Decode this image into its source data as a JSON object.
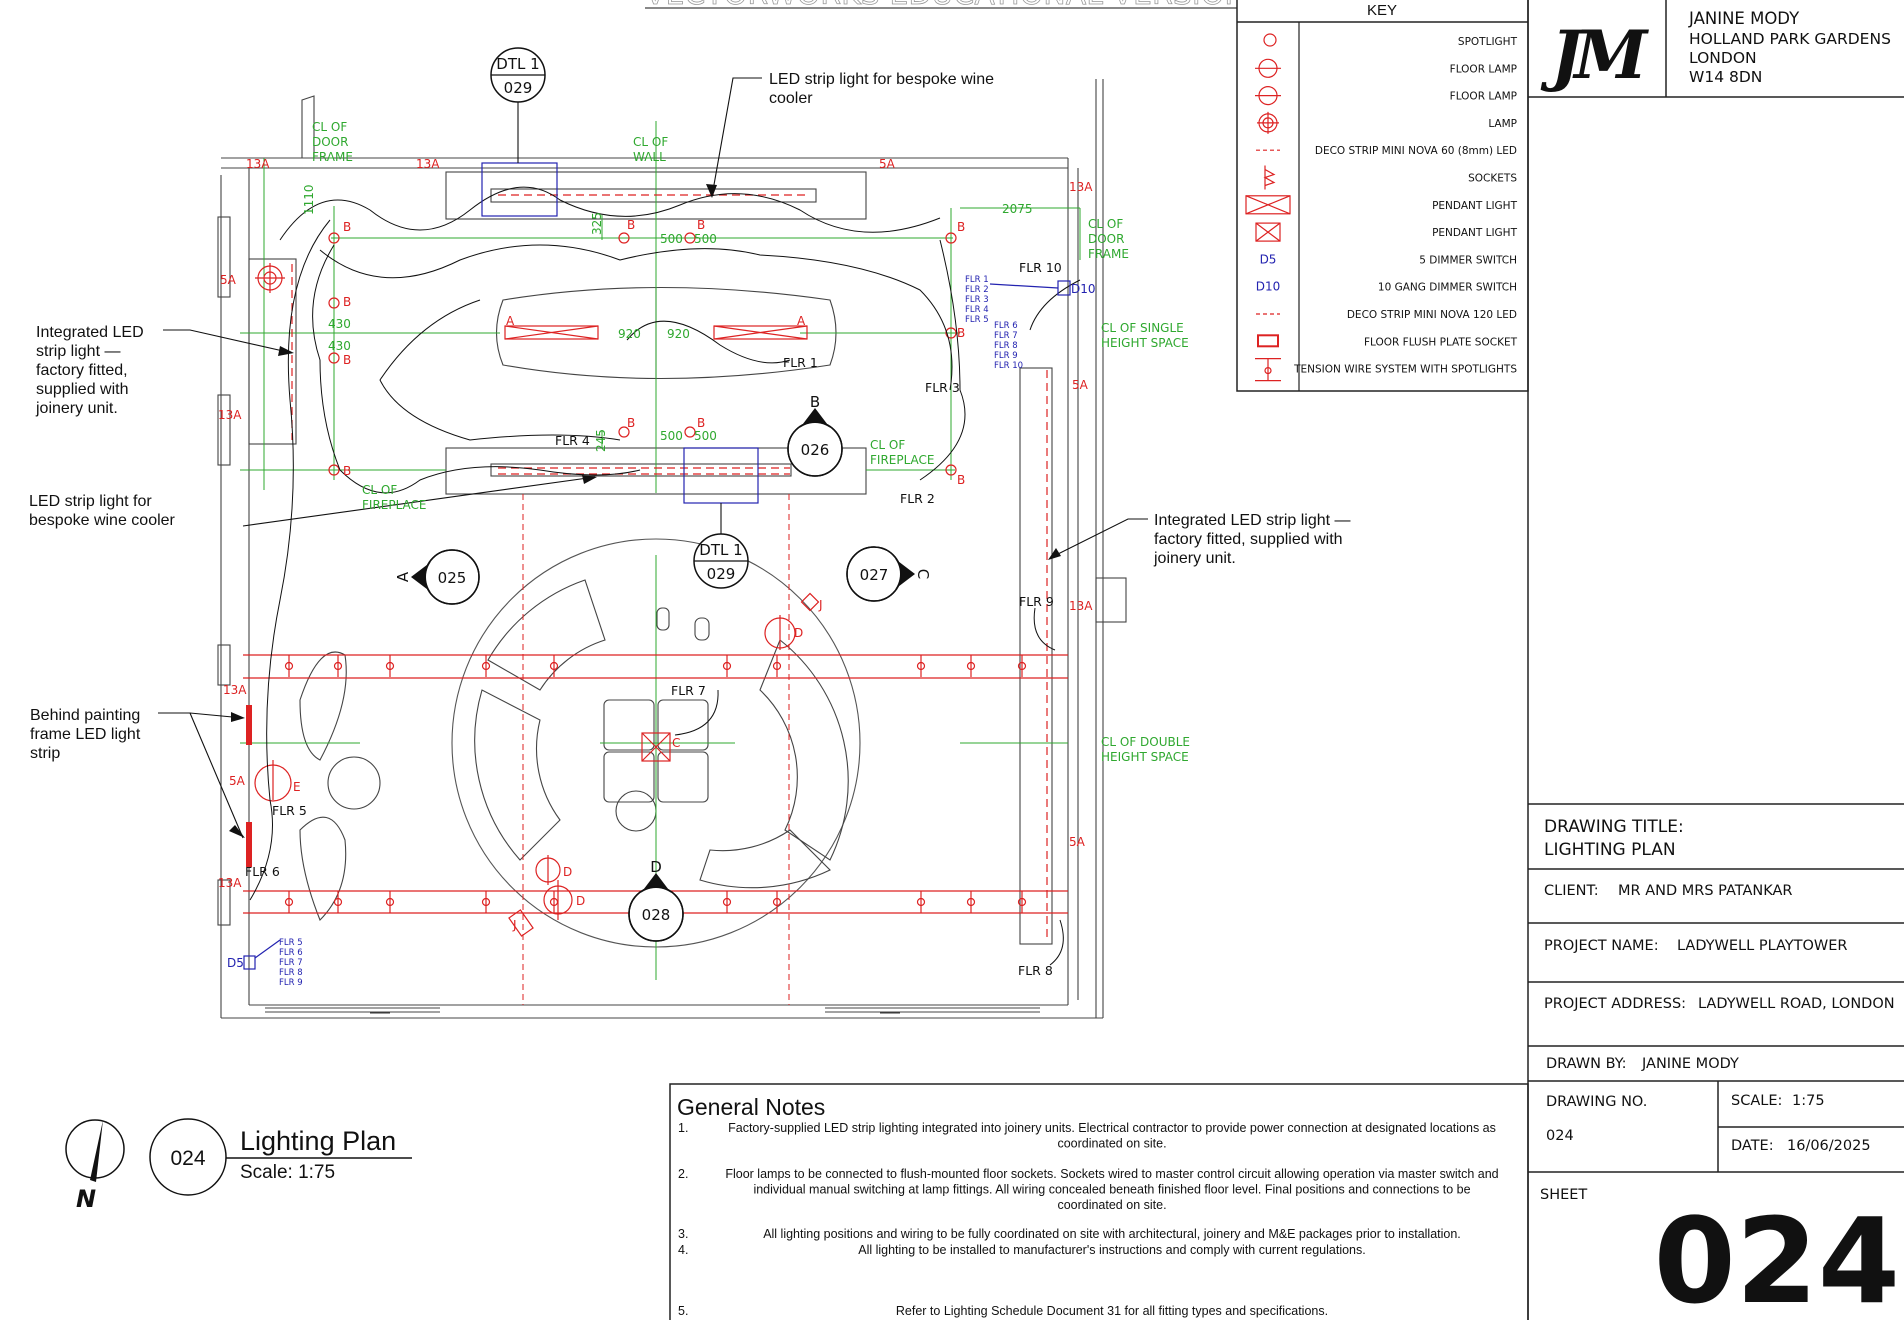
{
  "watermark": "VECTORWORKS EDUCATIONAL VERSION",
  "key": {
    "title": "KEY",
    "items": [
      "SPOTLIGHT",
      "FLOOR LAMP",
      "FLOOR LAMP",
      "LAMP",
      "DECO STRIP MINI NOVA 60 (8mm) LED",
      "SOCKETS",
      "PENDANT LIGHT",
      "PENDANT LIGHT",
      "5 DIMMER SWITCH",
      "10 GANG DIMMER SWITCH",
      "DECO STRIP MINI NOVA 120 LED",
      "FLOOR FLUSH PLATE SOCKET",
      "TENSION WIRE SYSTEM WITH SPOTLIGHTS"
    ],
    "symbol_text": {
      "d5": "D5",
      "d10": "D10"
    }
  },
  "designer": {
    "logo": "JM",
    "name": "JANINE MODY",
    "address": [
      "HOLLAND PARK GARDENS",
      "LONDON",
      "W14 8DN"
    ]
  },
  "title_block": {
    "drawing_title_label": "DRAWING TITLE:",
    "drawing_title": "LIGHTING PLAN",
    "client_label": "CLIENT:",
    "client": "MR AND MRS PATANKAR",
    "project_name_label": "PROJECT NAME:",
    "project_name": "LADYWELL PLAYTOWER",
    "project_address_label": "PROJECT ADDRESS:",
    "project_address": "LADYWELL ROAD, LONDON",
    "drawn_by_label": "DRAWN BY:",
    "drawn_by": "JANINE MODY",
    "drawing_no_label": "DRAWING NO.",
    "drawing_no": "024",
    "scale_label": "SCALE:",
    "scale": "1:75",
    "date_label": "DATE:",
    "date": "16/06/2025",
    "sheet_label": "SHEET",
    "sheet": "024"
  },
  "notes": {
    "title": "General Notes",
    "items": [
      {
        "num": "1.",
        "lines": [
          "Factory-supplied LED strip lighting integrated into joinery units. Electrical contractor to provide power connection at designated locations as",
          "coordinated on site."
        ]
      },
      {
        "num": "2.",
        "lines": [
          "Floor lamps to be connected to flush-mounted floor sockets. Sockets wired to master control circuit allowing operation via master switch and",
          "individual manual switching at lamp fittings. All wiring concealed beneath finished floor level. Final positions and connections to be",
          "coordinated on site."
        ]
      },
      {
        "num": "3.",
        "lines": [
          "All lighting positions and wiring to be fully coordinated on site with architectural, joinery and M&E packages prior to installation."
        ]
      },
      {
        "num": "4.",
        "lines": [
          "All lighting to be installed to manufacturer's instructions and comply with current regulations."
        ]
      },
      {
        "num": "5.",
        "lines": [
          "Refer to Lighting Schedule Document 31 for all fitting types and specifications."
        ]
      }
    ]
  },
  "plan": {
    "callouts": {
      "wine_cooler_top": [
        "LED strip light for bespoke wine",
        "cooler"
      ],
      "joinery_left": [
        "Integrated LED",
        "strip light —",
        "factory fitted,",
        "supplied with",
        "joinery unit."
      ],
      "wine_cooler_left": [
        "LED strip light for",
        "bespoke wine cooler"
      ],
      "painting": [
        "Behind painting",
        "frame LED light",
        "strip"
      ],
      "joinery_right": [
        "Integrated LED strip light —",
        "factory fitted, supplied with",
        "joinery unit."
      ]
    },
    "centerlines": {
      "door_frame_left": [
        "CL OF",
        "DOOR",
        "FRAME"
      ],
      "wall": [
        "CL OF",
        "WALL"
      ],
      "door_frame_right": [
        "CL OF",
        "DOOR",
        "FRAME"
      ],
      "single_height": [
        "CL OF SINGLE",
        "HEIGHT SPACE"
      ],
      "fireplace_right": [
        "CL OF",
        "FIREPLACE"
      ],
      "fireplace_left": [
        "CL OF",
        "FIREPLACE"
      ],
      "double_height": [
        "CL OF DOUBLE",
        "HEIGHT SPACE"
      ]
    },
    "floor_circuits": [
      "FLR 10",
      "FLR 1",
      "FLR 3",
      "FLR 4",
      "FLR 2",
      "FLR 9",
      "FLR 7",
      "FLR 5",
      "FLR 6",
      "FLR 8"
    ],
    "sockets": [
      "13A",
      "13A",
      "5A",
      "13A",
      "5A",
      "13A",
      "5A",
      "13A",
      "13A",
      "5A",
      "13A",
      "5A"
    ],
    "dimensions": [
      "1110",
      "325",
      "500",
      "500",
      "430",
      "430",
      "920",
      "920",
      "2075",
      "245",
      "500",
      "500"
    ],
    "fixture_tags": [
      "B",
      "B",
      "B",
      "B",
      "B",
      "B",
      "B",
      "B",
      "B",
      "B",
      "B",
      "A",
      "A",
      "D",
      "D",
      "D",
      "J",
      "J",
      "E",
      "C"
    ],
    "switches": {
      "d10": "D10",
      "d10_circuits": [
        "FLR 1",
        "FLR 2",
        "FLR 3",
        "FLR 4",
        "FLR 5",
        "FLR 6",
        "FLR 7",
        "FLR 8",
        "FLR 9",
        "FLR 10"
      ],
      "d5": "D5",
      "d5_circuits": [
        "FLR 5",
        "FLR 6",
        "FLR 7",
        "FLR 8",
        "FLR 9"
      ]
    },
    "section_markers": [
      {
        "sheet": "025",
        "label": "A"
      },
      {
        "sheet": "027",
        "label": "C"
      },
      {
        "sheet": "026",
        "label": "B"
      },
      {
        "sheet": "028",
        "label": "D"
      }
    ],
    "details": [
      {
        "ref": "DTL 1",
        "sheet": "029"
      },
      {
        "ref": "DTL 1",
        "sheet": "029"
      }
    ]
  },
  "legend": {
    "north": "N",
    "number": "024",
    "title": "Lighting Plan",
    "scale": "Scale: 1:75"
  },
  "colors": {
    "lighting": "#dd2222",
    "centerline": "#2fa82f",
    "switch": "#2323b0",
    "ink": "#111111"
  }
}
